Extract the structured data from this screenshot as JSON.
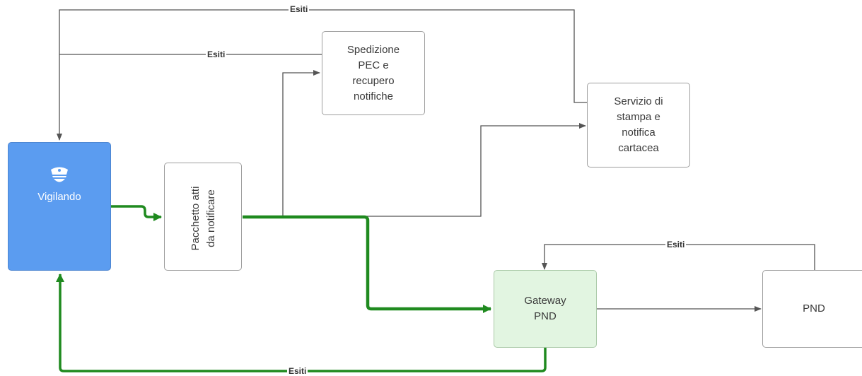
{
  "colors": {
    "vigilando_fill": "#5b9cf0",
    "gateway_fill": "#e2f5e1",
    "green_path": "#1f8a1f",
    "line": "#555555",
    "border": "#9e9e9e"
  },
  "nodes": {
    "vigilando": {
      "label": "Vigilando",
      "icon": "police-officer-icon"
    },
    "pacchetto": {
      "label": "Pacchetto atti\nda notificare"
    },
    "spedizione": {
      "label": "Spedizione\nPEC e\nrecupero\nnotifiche"
    },
    "servizio": {
      "label": "Servizio di\nstampa e\nnotifica\ncartacea"
    },
    "gateway": {
      "label": "Gateway\nPND"
    },
    "pnd": {
      "label": "PND"
    }
  },
  "edge_labels": {
    "esiti_top": "Esiti",
    "esiti_pec": "Esiti",
    "esiti_pnd": "Esiti",
    "esiti_bottom": "Esiti"
  }
}
